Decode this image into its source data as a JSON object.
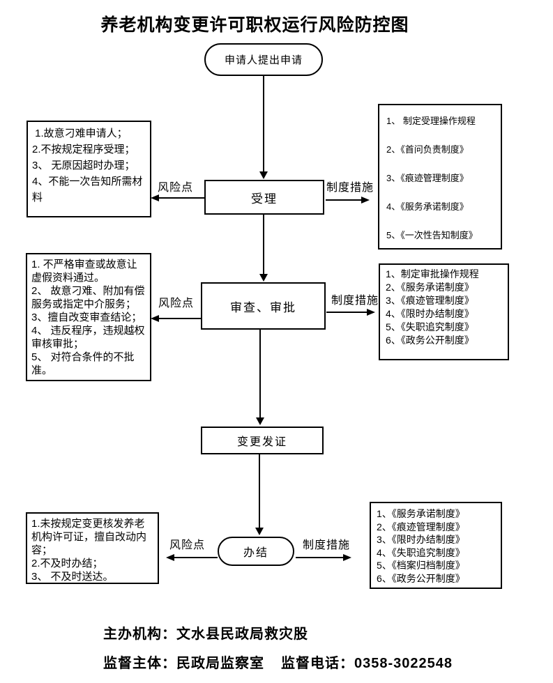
{
  "title": "养老机构变更许可职权运行风险防控图",
  "flow": {
    "start": "申请人提出申请",
    "accept": "受理",
    "review": "审查、审批",
    "issue": "变更发证",
    "finish": "办结"
  },
  "labels": {
    "risk": "风险点",
    "measure": "制度措施"
  },
  "risk_boxes": [
    {
      "items": [
        " 1.故意刁难申请人；",
        "2.不按规定程序受理；",
        "3、 无原因超时办理；",
        "4、不能一次告知所需材料"
      ]
    },
    {
      "items": [
        "1. 不严格审查或故意让虚假资料通过。",
        "2、 故意刁难、附加有偿服务或指定中介服务；",
        "3、擅自改变审查结论；",
        "4、 违反程序，违规越权审核审批；",
        "5、 对符合条件的不批准。"
      ]
    },
    {
      "items": [
        "1.未按规定变更核发养老机构许可证，擅自改动内容；",
        "2.不及时办结；",
        "3、 不及时送达。"
      ]
    }
  ],
  "measure_boxes": [
    {
      "items": [
        "1、 制定受理操作规程",
        "2、《首问负责制度》",
        "3、《痕迹管理制度》",
        "4、《服务承诺制度》",
        "5、《一次性告知制度》"
      ]
    },
    {
      "items": [
        "1、制定审批操作规程",
        "2、《服务承诺制度》",
        "3、《痕迹管理制度》",
        "4、《限时办结制度》",
        "5、《失职追究制度》",
        "6、《政务公开制度》"
      ]
    },
    {
      "items": [
        "1、《服务承诺制度》",
        "2、《痕迹管理制度》",
        "3、《限时办结制度》",
        "4、《失职追究制度》",
        "5、《档案归档制度》",
        "6、《政务公开制度》"
      ]
    }
  ],
  "footer": {
    "organizer": "主办机构：文水县民政局救灾股",
    "supervisor": "监督主体：民政局监察室",
    "phone": "监督电话：0358-3022548"
  },
  "colors": {
    "line": "#000000",
    "background": "#ffffff"
  }
}
